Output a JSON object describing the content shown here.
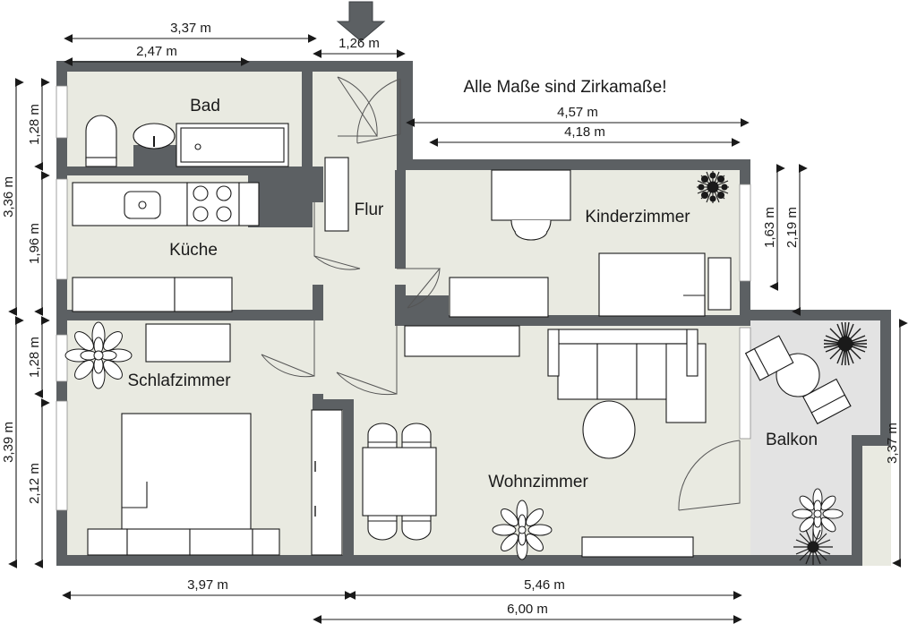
{
  "plan": {
    "note": "Alle Maße sind Zirkamaße!",
    "entrance_icon": "entrance-arrow-icon"
  },
  "colors": {
    "wall": "#5c6063",
    "floor": "#e9eae1",
    "balcony_floor": "#e3e3e3",
    "furniture_fill": "#ffffff",
    "furniture_stroke": "#1a1a1a",
    "dimension_line": "#1a1a1a",
    "background": "#ffffff"
  },
  "rooms": [
    {
      "key": "bad",
      "label": "Bad"
    },
    {
      "key": "kueche",
      "label": "Küche"
    },
    {
      "key": "flur",
      "label": "Flur"
    },
    {
      "key": "kinderzimmer",
      "label": "Kinderzimmer"
    },
    {
      "key": "schlafzimmer",
      "label": "Schlafzimmer"
    },
    {
      "key": "wohnzimmer",
      "label": "Wohnzimmer"
    },
    {
      "key": "balkon",
      "label": "Balkon"
    }
  ],
  "dimensions": {
    "top": [
      {
        "id": "top-3-37",
        "label": "3,37 m"
      },
      {
        "id": "top-2-47",
        "label": "2,47 m"
      },
      {
        "id": "top-1-26",
        "label": "1,26 m"
      }
    ],
    "upper_right": [
      {
        "id": "ur-4-57",
        "label": "4,57 m"
      },
      {
        "id": "ur-4-18",
        "label": "4,18 m"
      }
    ],
    "left_outer": [
      {
        "id": "lo-3-36",
        "label": "3,36 m"
      },
      {
        "id": "lo-3-39",
        "label": "3,39 m"
      }
    ],
    "left_inner": [
      {
        "id": "li-1-28a",
        "label": "1,28 m"
      },
      {
        "id": "li-1-96",
        "label": "1,96 m"
      },
      {
        "id": "li-1-28b",
        "label": "1,28 m"
      },
      {
        "id": "li-2-12",
        "label": "2,12 m"
      }
    ],
    "right": [
      {
        "id": "r-1-63",
        "label": "1,63 m"
      },
      {
        "id": "r-2-19",
        "label": "2,19 m"
      },
      {
        "id": "r-3-37",
        "label": "3,37 m"
      }
    ],
    "bottom": [
      {
        "id": "b-3-97",
        "label": "3,97 m"
      },
      {
        "id": "b-5-46",
        "label": "5,46 m"
      },
      {
        "id": "b-6-00",
        "label": "6,00 m"
      }
    ]
  }
}
